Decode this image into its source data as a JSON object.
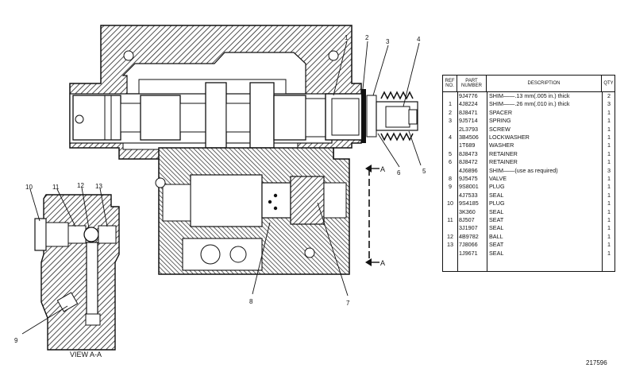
{
  "callouts": {
    "c1": "1",
    "c2": "2",
    "c3": "3",
    "c4": "4",
    "c5": "5",
    "c6": "6",
    "c7": "7",
    "c8": "8",
    "c9": "9",
    "c10": "10",
    "c11": "11",
    "c12": "12",
    "c13": "13",
    "section_a_top": "A",
    "section_a_bottom": "A"
  },
  "view_label": "VIEW A-A",
  "figure_number": "217596",
  "table": {
    "headers": {
      "ref": "REF NO.",
      "part": "PART NUMBER",
      "desc": "DESCRIPTION",
      "qty": "QTY"
    },
    "rows": [
      {
        "ref": "",
        "part": "9J4776",
        "desc": "SHIM——.13 mm(.005 in.) thick",
        "qty": "2"
      },
      {
        "ref": "1",
        "part": "4J8224",
        "desc": "SHIM——.26 mm(.010 in.) thick",
        "qty": "3"
      },
      {
        "ref": "2",
        "part": "8J8471",
        "desc": "SPACER",
        "qty": "1"
      },
      {
        "ref": "3",
        "part": "9J5714",
        "desc": "SPRING",
        "qty": "1"
      },
      {
        "ref": "",
        "part": "2L3793",
        "desc": "SCREW",
        "qty": "1"
      },
      {
        "ref": "4",
        "part": "3B4506",
        "desc": "LOCKWASHER",
        "qty": "1"
      },
      {
        "ref": "",
        "part": "1T689",
        "desc": "WASHER",
        "qty": "1"
      },
      {
        "ref": "5",
        "part": "8J8473",
        "desc": "RETAINER",
        "qty": "1"
      },
      {
        "ref": "6",
        "part": "8J8472",
        "desc": "RETAINER",
        "qty": "1"
      },
      {
        "ref": "",
        "part": "4J6896",
        "desc": "SHIM——(use as required)",
        "qty": "3"
      },
      {
        "ref": "8",
        "part": "9J5475",
        "desc": "VALVE",
        "qty": "1"
      },
      {
        "ref": "9",
        "part": "9S8001",
        "desc": "PLUG",
        "qty": "1"
      },
      {
        "ref": "",
        "part": "4J7533",
        "desc": "SEAL",
        "qty": "1"
      },
      {
        "ref": "10",
        "part": "9S4185",
        "desc": "PLUG",
        "qty": "1"
      },
      {
        "ref": "",
        "part": "3K360",
        "desc": "SEAL",
        "qty": "1"
      },
      {
        "ref": "11",
        "part": "8J507",
        "desc": "SEAT",
        "qty": "1"
      },
      {
        "ref": "",
        "part": "3J1907",
        "desc": "SEAL",
        "qty": "1"
      },
      {
        "ref": "12",
        "part": "4B9782",
        "desc": "BALL",
        "qty": "1"
      },
      {
        "ref": "13",
        "part": "7J8066",
        "desc": "SEAT",
        "qty": "1"
      },
      {
        "ref": "",
        "part": "1J9671",
        "desc": "SEAL",
        "qty": "1"
      }
    ]
  }
}
